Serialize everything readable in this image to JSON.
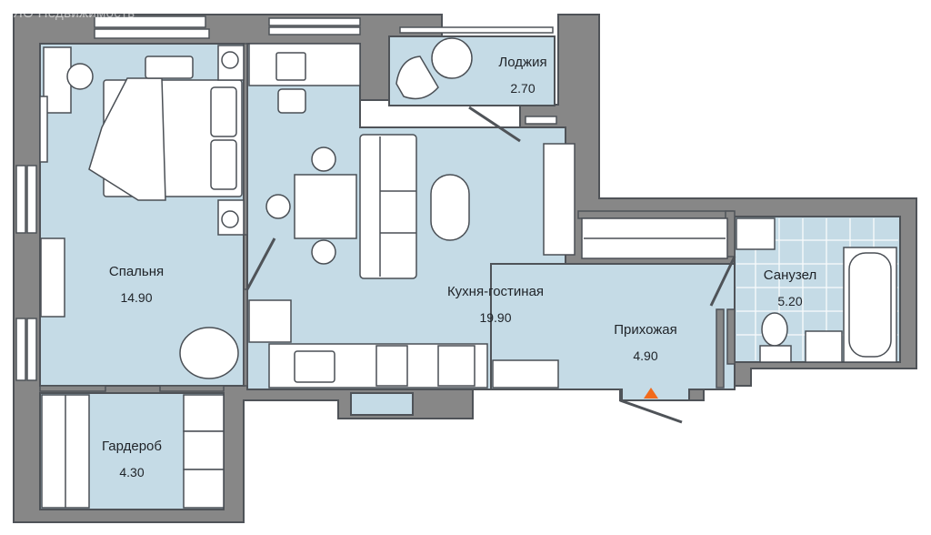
{
  "watermark": "ЯО Недвижимость",
  "colors": {
    "wall": "#878787",
    "wall_outline": "#4f5358",
    "floor": "#c5dbe6",
    "furniture": "#ffffff",
    "furniture_line": "#4a4f55",
    "entrance_marker": "#f26a1b",
    "text": "#1f2328"
  },
  "rooms": [
    {
      "id": "bedroom",
      "name": "Спальня",
      "area": "14.90"
    },
    {
      "id": "kitchen-living",
      "name": "Кухня-гостиная",
      "area": "19.90"
    },
    {
      "id": "loggia",
      "name": "Лоджия",
      "area": "2.70"
    },
    {
      "id": "hallway",
      "name": "Прихожая",
      "area": "4.90"
    },
    {
      "id": "bathroom",
      "name": "Санузел",
      "area": "5.20"
    },
    {
      "id": "wardrobe",
      "name": "Гардероб",
      "area": "4.30"
    }
  ],
  "entrance": {
    "icon": "entrance-triangle-icon"
  }
}
